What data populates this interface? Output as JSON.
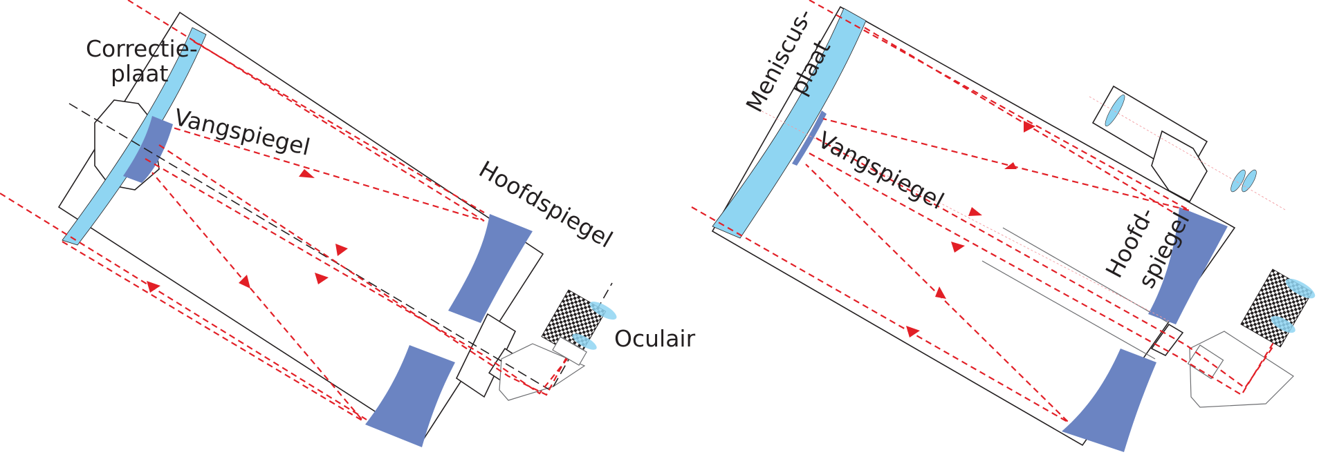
{
  "colors": {
    "glass": "#8fd5f2",
    "mirror": "#6b84c2",
    "ray": "#e21f26",
    "outline": "#231f20"
  },
  "left_diagram": {
    "labels": {
      "corrector_line1": "Correctie-",
      "corrector_line2": "plaat",
      "secondary_mirror": "Vangspiegel",
      "primary_mirror": "Hoofdspiegel",
      "eyepiece": "Oculair"
    }
  },
  "right_diagram": {
    "labels": {
      "meniscus_line1": "Meniscus-",
      "meniscus_line2": "plaat",
      "secondary_mirror": "Vangspiegel",
      "primary_line1": "Hoofd-",
      "primary_line2": "spiegel"
    }
  }
}
